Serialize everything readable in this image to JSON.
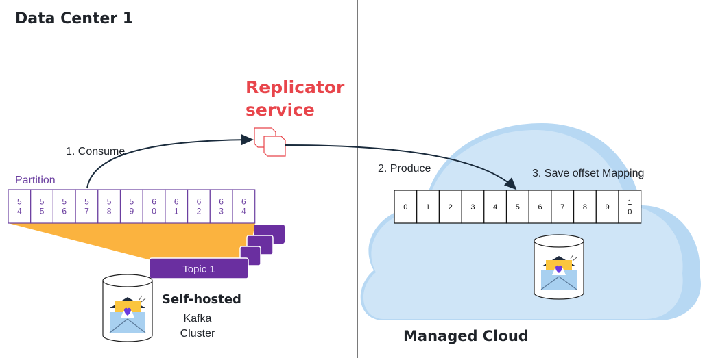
{
  "left_zone": {
    "title": "Data Center 1",
    "partition_label": "Partition",
    "partition_offsets": [
      "54",
      "55",
      "56",
      "57",
      "58",
      "59",
      "60",
      "61",
      "62",
      "63",
      "64"
    ],
    "consume_label": "1. Consume",
    "topic_label": "Topic 1",
    "cluster_title": "Self-hosted",
    "cluster_subtitle_line1": "Kafka",
    "cluster_subtitle_line2": "Cluster"
  },
  "replicator": {
    "title_line1": "Replicator",
    "title_line2": "service"
  },
  "right_zone": {
    "title": "Managed Cloud",
    "produce_label": "2. Produce",
    "mapping_label": "3. Save offset Mapping",
    "partition_offsets": [
      "0",
      "1",
      "2",
      "3",
      "4",
      "5",
      "6",
      "7",
      "8",
      "9",
      "10"
    ]
  },
  "colors": {
    "accent_red": "#e8454b",
    "partition_purple": "#6b3fa0",
    "topic_purple": "#6a2fa0",
    "fan_orange": "#fbb33f",
    "cloud_light": "#cfe5f7",
    "cloud_shade": "#b7d8f3"
  }
}
